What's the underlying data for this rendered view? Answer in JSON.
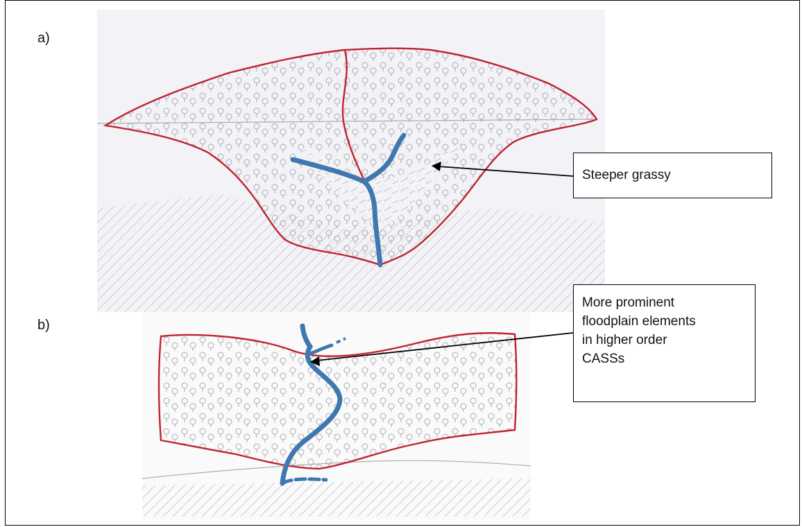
{
  "panels": {
    "a": {
      "label": "a)",
      "callout": [
        "Steeper grassy"
      ]
    },
    "b": {
      "label": "b)",
      "callout": [
        "More prominent",
        "floodplain elements",
        "in higher order",
        "CASSs"
      ]
    }
  },
  "colors": {
    "boundary": "#c0222e",
    "stream": "#3f78b0",
    "pencil": "#a7aab3",
    "paper_a": "#f3f3f7",
    "paper_b": "#fafafa"
  }
}
